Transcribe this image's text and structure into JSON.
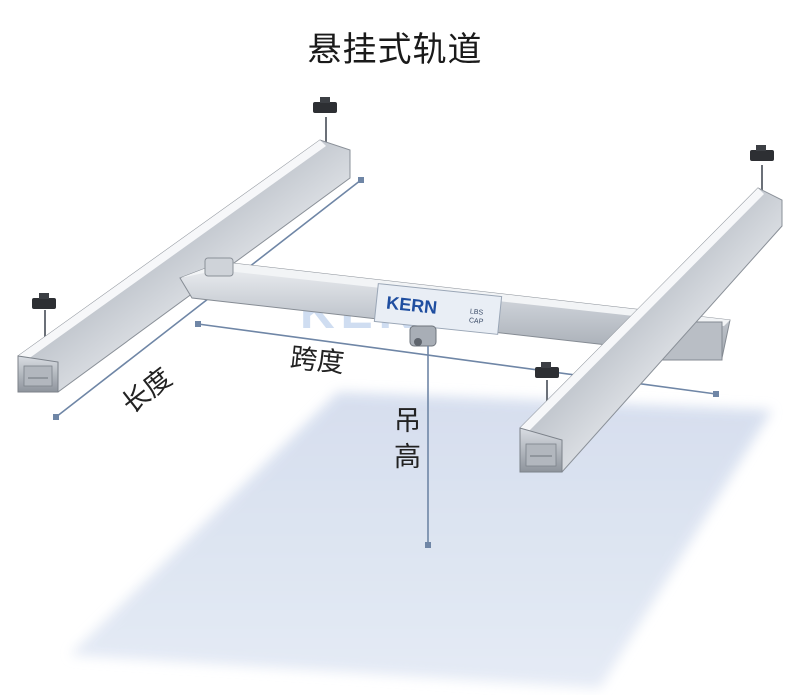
{
  "title": "悬挂式轨道",
  "labels": {
    "length": "长度",
    "span": "跨度",
    "hook_height_1": "吊",
    "hook_height_2": "高"
  },
  "watermark": "KERN",
  "logo": {
    "brand": "KERN",
    "line1": "LBS",
    "line2": "CAP"
  },
  "colors": {
    "floor": "#c9d5ea",
    "dimension_line": "#6f86a6",
    "rail_light": "#e6e9ee",
    "rail_dark": "#8d939c",
    "logo_blue": "#1f4ea0"
  }
}
